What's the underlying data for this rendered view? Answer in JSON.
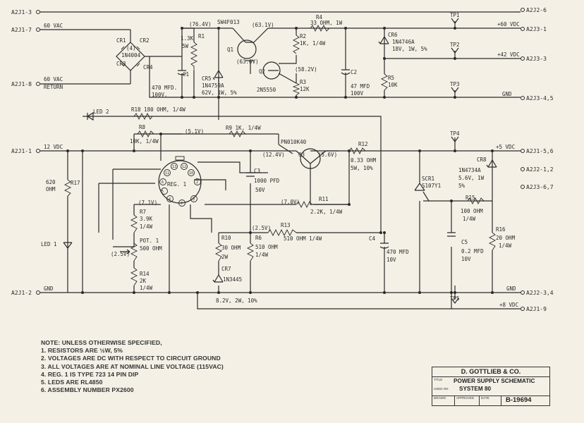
{
  "connectors": {
    "a2j1_3": "A2J1-3",
    "a2j1_7": "A2J1-7",
    "a2j1_8": "A2J1-8",
    "a2j1_1": "A2J1-1",
    "a2j1_2": "A2J1-2",
    "a2j2_6": "A2J2-6",
    "a2j3_1": "A2J3-1",
    "a2j3_3": "A2J3-3",
    "a2j3_45": "A2J3-4,5",
    "a2j1_56": "A2J1-5,6",
    "a2j2_12": "A2J2-1,2",
    "a2j3_67": "A2J3-6,7",
    "a2j2_34": "A2J2-3,4",
    "a2j1_9": "A2J1-9"
  },
  "nets": {
    "vac60": "60 VAC",
    "vac60_b": "60 VAC",
    "return": "RETURN",
    "vdc12": "12 VDC",
    "gnd_in": "GND",
    "vdc60": "+60 VDC",
    "vdc42": "+42 VDC",
    "gnd_top": "GND",
    "vdc5": "+5 VDC",
    "gnd_right": "GND",
    "vdc8": "+8 VDC"
  },
  "test_points": {
    "tp1": "TP1",
    "tp2": "TP2",
    "tp3": "TP3",
    "tp4": "TP4",
    "tp5": "TP5"
  },
  "bridge": {
    "cr1": "CR1",
    "cr2": "CR2",
    "cr3": "CR3",
    "cr4": "CR4",
    "qty": "(4)",
    "part": "1N4004"
  },
  "components": {
    "c1": [
      "C1",
      "470 MFD.",
      "100V."
    ],
    "r1": [
      "R1",
      "1.3K",
      "5W"
    ],
    "v764": "(76.4V)",
    "q1_part": "SW4F013",
    "q1": "Q1",
    "v631": "(63.1V)",
    "v636": "(63.6V)",
    "cr5": [
      "CR5",
      "1N4759A",
      "62V, 1W, 5%"
    ],
    "q2": "Q2",
    "q2_part": "2N5550",
    "v582": "(58.2V)",
    "r4": [
      "R4",
      "33 OHM, 1W"
    ],
    "r2": [
      "R2",
      "1K, 1/4W"
    ],
    "r3": [
      "R3",
      "12K"
    ],
    "c2": [
      "C2",
      "47 MFD",
      "100V"
    ],
    "cr6": [
      "CR6",
      "1N4746A",
      "18V, 1W, 5%"
    ],
    "r5": [
      "R5",
      "10K"
    ],
    "led2": "LED 2",
    "r18": "R18  180 OHM, 1/4W",
    "r8": [
      "R8",
      "10K, 1/4W"
    ],
    "v51": "(5.1V)",
    "r9": "R9  1K, 1/4W",
    "q3_part": "PN010K40",
    "v124": "(12.4V)",
    "q3": "Q3",
    "v56": "(5.6V)",
    "r12": [
      "R12",
      "0.33 OHM",
      "5W, 10%"
    ],
    "c3": [
      "C3",
      "1000 PFD",
      "50V"
    ],
    "reg1": "REG. 1",
    "pins": [
      "13",
      "12",
      "11",
      "10",
      "6",
      "5",
      "4",
      "2",
      "3",
      "7"
    ],
    "v70": "(7.0V)",
    "r11": [
      "R11",
      "2.2K, 1/4W"
    ],
    "r17": [
      "R17",
      "620",
      "OHM"
    ],
    "led1": "LED 1",
    "v71": "(7.1V)",
    "r7": [
      "R7",
      "3.9K",
      "1/4W"
    ],
    "pot1": [
      "POT. 1",
      "500 OHM"
    ],
    "v25a": "(2.5V)",
    "r14": [
      "R14",
      "2K",
      "1/4W"
    ],
    "r10": [
      "R10",
      "30 OHM",
      "2W"
    ],
    "cr7": [
      "CR7",
      "1N3445"
    ],
    "cr7_rating": "8.2V, 2W, 10%",
    "r6": [
      "R6",
      "510 OHM",
      "1/4W"
    ],
    "v25b": "(2.5V)",
    "r13": [
      "R13",
      "510 OHM 1/4W"
    ],
    "c4": [
      "C4",
      "470 MFD",
      "10V"
    ],
    "scr1": [
      "SCR1",
      "S107Y1"
    ],
    "cr8": [
      "CR8",
      "1N4734A",
      "5.6V, 1W",
      "5%"
    ],
    "r15": [
      "R15",
      "100 OHM",
      "1/4W"
    ],
    "r16": [
      "R16",
      "20 OHM",
      "1/4W"
    ],
    "c5": [
      "C5",
      "0.2 MFD",
      "10V"
    ]
  },
  "notes": [
    "NOTE: UNLESS OTHERWISE SPECIFIED,",
    "1. RESISTORS ARE ½W, 5%",
    "2. VOLTAGES ARE DC WITH RESPECT TO CIRCUIT GROUND",
    "3. ALL VOLTAGES ARE AT NOMINAL LINE VOLTAGE (115VAC)",
    "4. REG. 1 IS TYPE 723 14 PIN DIP",
    "5. LEDS ARE RL4850",
    "6. ASSEMBLY NUMBER PX2600"
  ],
  "title_block": {
    "company": "D. GOTTLIEB & CO.",
    "title_tag": "TITLE",
    "title_line1": "POWER SUPPLY SCHEMATIC",
    "used_on_tag": "USED ON",
    "title_line2": "SYSTEM 80",
    "drawn": "DRAWN",
    "approved": "APPROVED",
    "date": "DATE",
    "number": "B-19694"
  }
}
